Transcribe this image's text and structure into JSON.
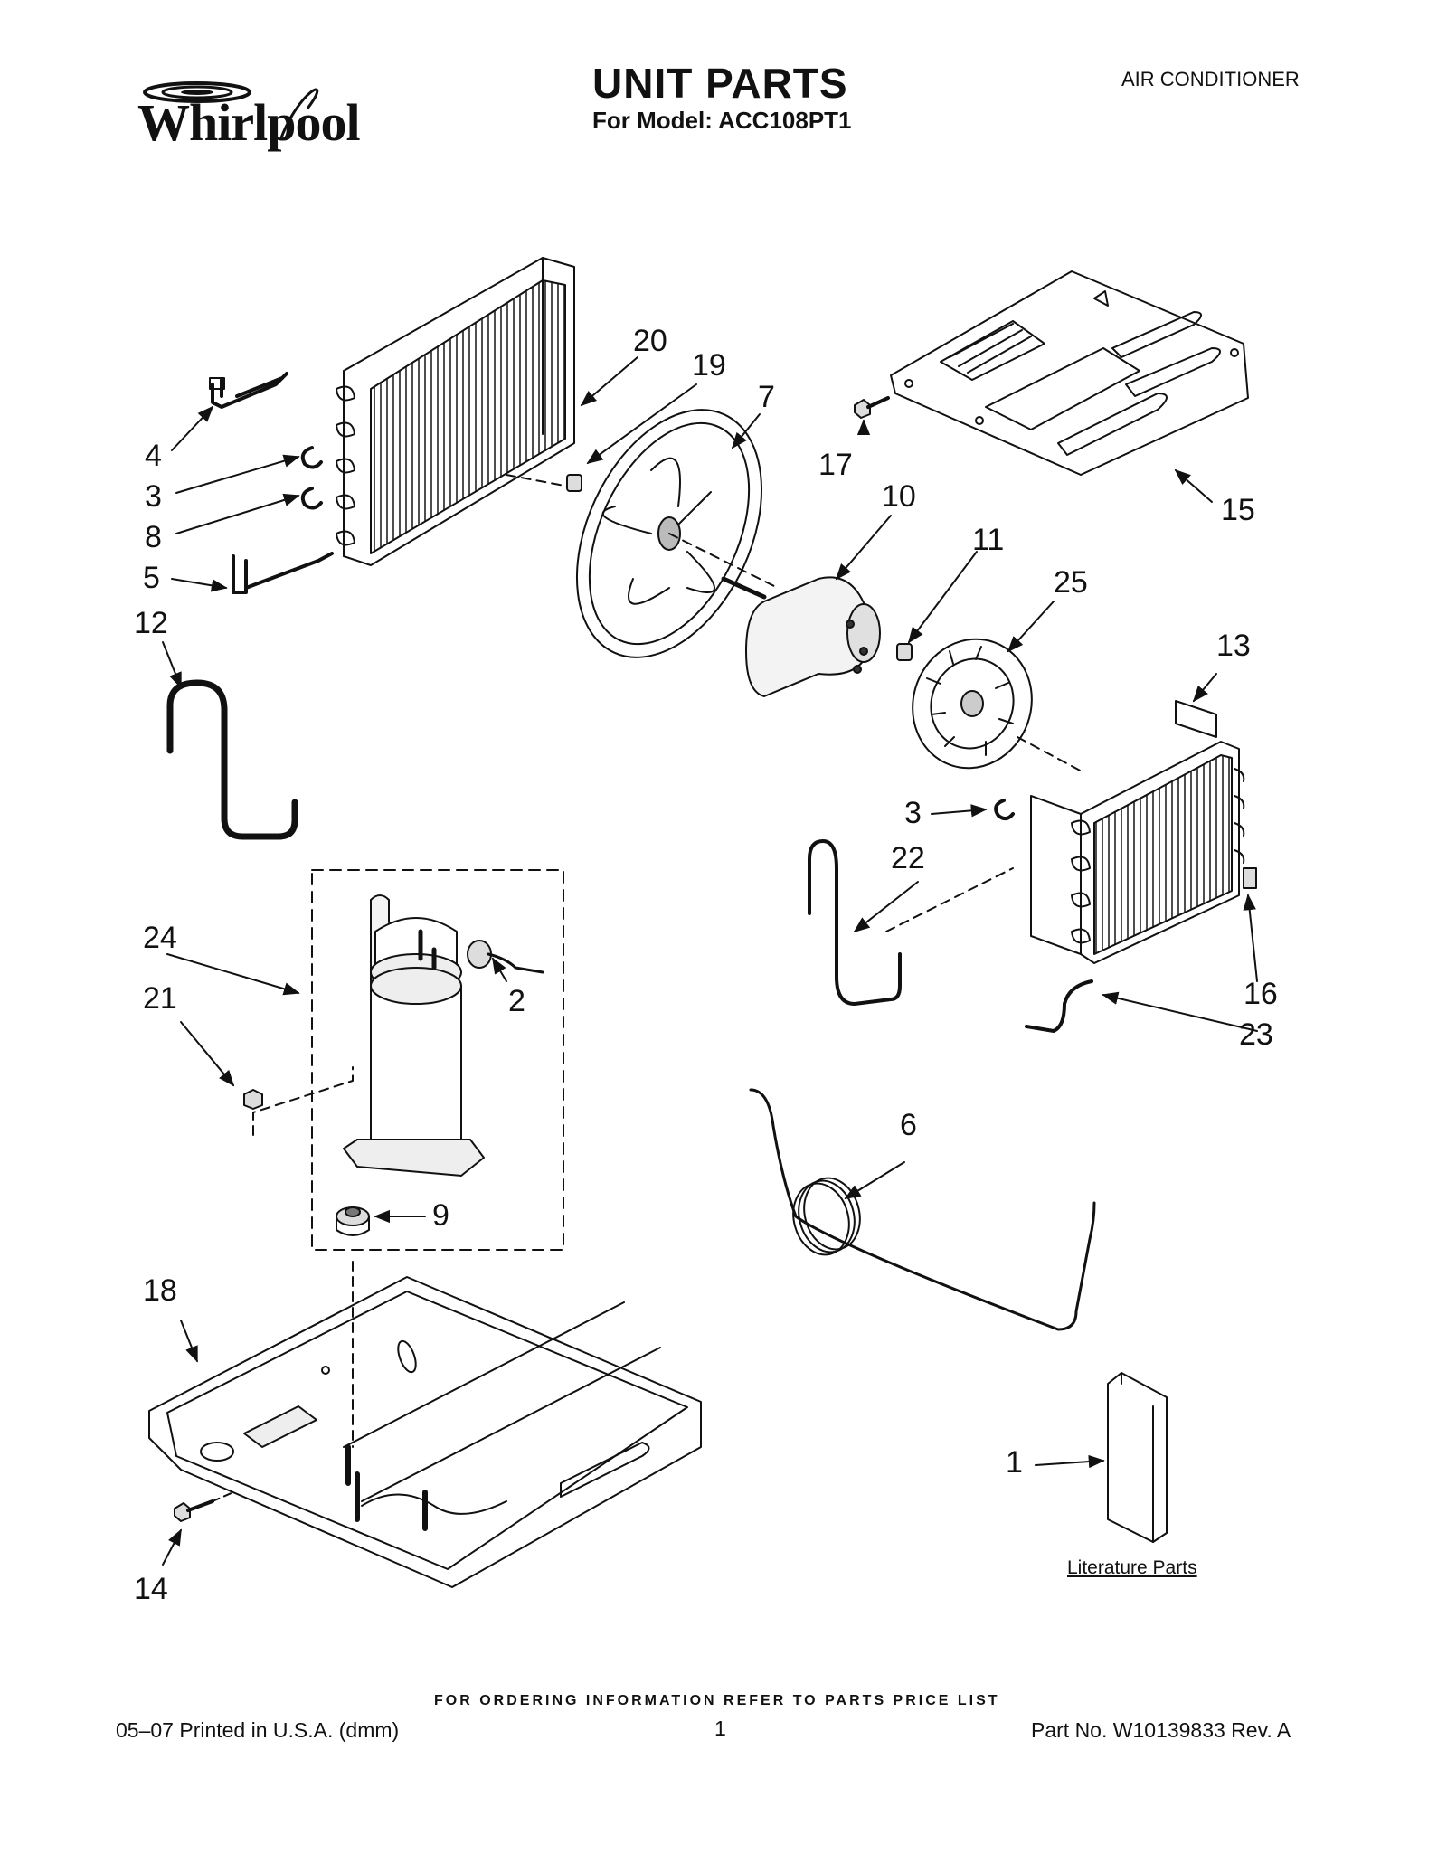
{
  "header": {
    "brand": "Whirlpool",
    "title": "UNIT PARTS",
    "subtitle": "For Model: ACC108PT1",
    "category": "AIR CONDITIONER"
  },
  "callouts": {
    "c1": "1",
    "c2": "2",
    "c3a": "3",
    "c3b": "3",
    "c4": "4",
    "c5": "5",
    "c6": "6",
    "c7": "7",
    "c8": "8",
    "c9": "9",
    "c10": "10",
    "c11": "11",
    "c12": "12",
    "c13": "13",
    "c14": "14",
    "c15": "15",
    "c16": "16",
    "c17": "17",
    "c18": "18",
    "c19": "19",
    "c20": "20",
    "c21": "21",
    "c22": "22",
    "c23": "23",
    "c24": "24",
    "c25": "25"
  },
  "literature_label": "Literature Parts",
  "footer": {
    "ordering_note": "FOR ORDERING INFORMATION REFER TO PARTS PRICE LIST",
    "printed": "05–07 Printed in U.S.A. (dmm)",
    "page_number": "1",
    "part_no": "Part No. W10139833 Rev. A"
  }
}
